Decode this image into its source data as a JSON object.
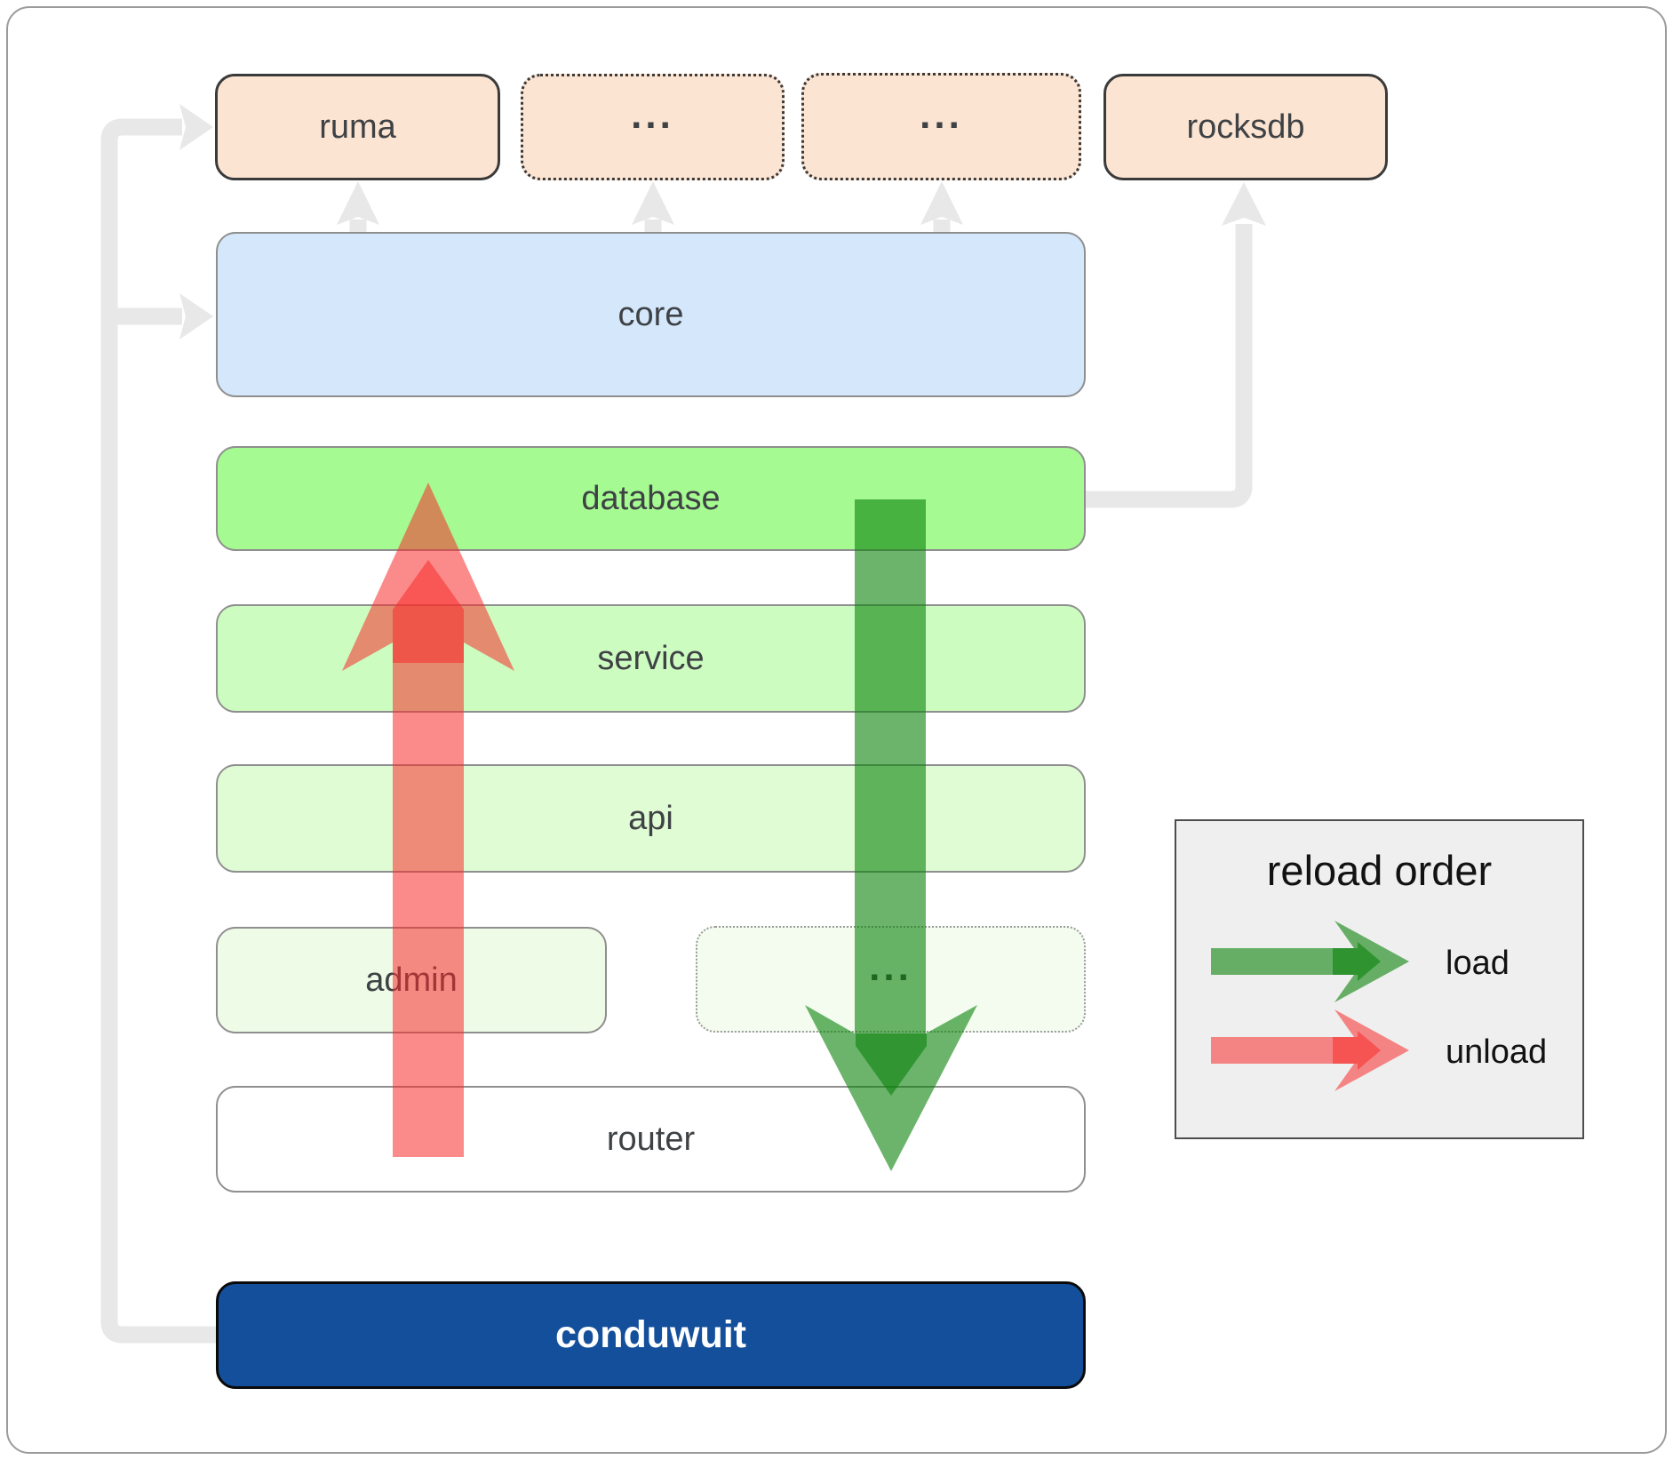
{
  "top_row": {
    "ruma": "ruma",
    "more_1": "...",
    "more_2": "...",
    "rocksdb": "rocksdb"
  },
  "stack": {
    "core": "core",
    "database": "database",
    "service": "service",
    "api": "api",
    "admin": "admin",
    "admin_more": "...",
    "router": "router",
    "conduwuit": "conduwuit"
  },
  "legend": {
    "title": "reload order",
    "items": [
      {
        "label": "load",
        "color": "#0a820a"
      },
      {
        "label": "unload",
        "color": "#f82c2c"
      }
    ]
  },
  "colors": {
    "load_arrow_green": "rgba(10,130,10,0.6)",
    "unload_arrow_red": "rgba(248,44,44,0.55)",
    "connector_gray": "#e8e8e8",
    "peach_box_fill": "#fce4d2",
    "core_blue_fill": "#d4e7fb",
    "database_green_fill": "#a5fa91",
    "conduwuit_navy_fill": "#134f9b",
    "legend_background": "#efefef"
  }
}
